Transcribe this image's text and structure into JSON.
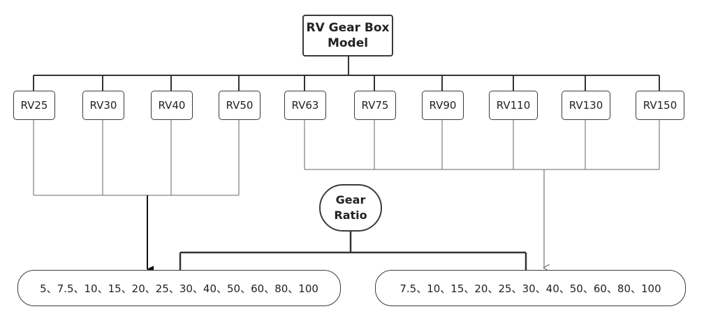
{
  "root": {
    "line1": "RV Gear Box",
    "line2": "Model"
  },
  "models": [
    "RV25",
    "RV30",
    "RV40",
    "RV50",
    "RV63",
    "RV75",
    "RV90",
    "RV110",
    "RV130",
    "RV150"
  ],
  "ratio_node": {
    "line1": "Gear",
    "line2": "Ratio"
  },
  "ratios_left": "5、7.5、10、15、20、25、30、40、50、60、80、100",
  "ratios_right": "7.5、10、15、20、25、30、40、50、60、80、100"
}
